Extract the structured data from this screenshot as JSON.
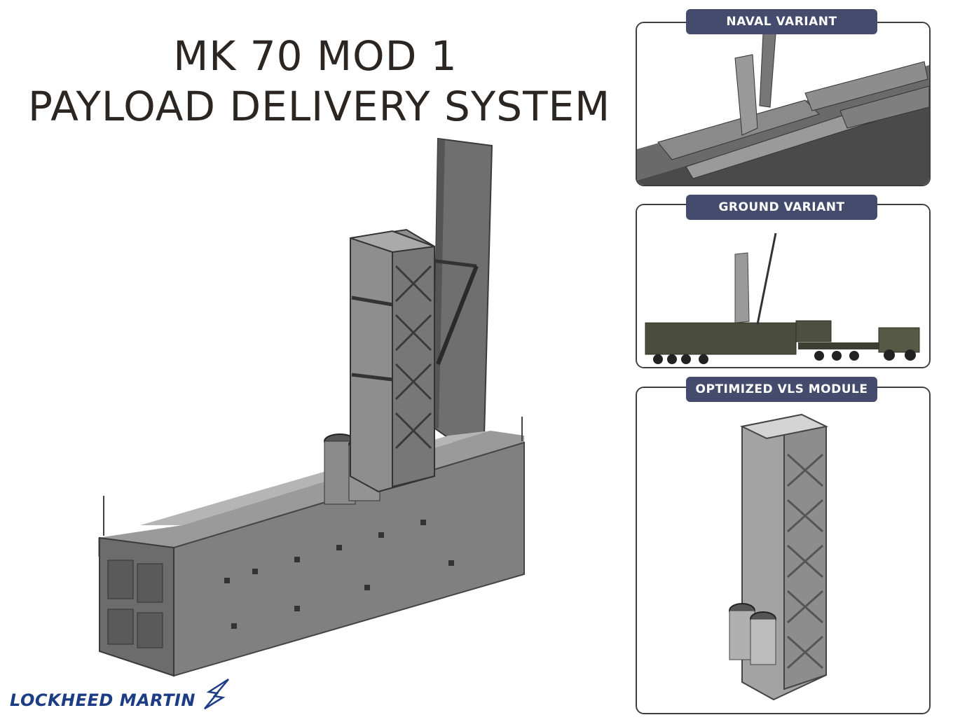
{
  "title": {
    "line1": "MK 70 MOD 1",
    "line2": "PAYLOAD DELIVERY SYSTEM"
  },
  "variants": [
    {
      "label": "NAVAL VARIANT"
    },
    {
      "label": "GROUND VARIANT"
    },
    {
      "label": "OPTIMIZED VLS MODULE"
    }
  ],
  "logo": {
    "text": "LOCKHEED MARTIN",
    "icon": "lockheed-star-icon"
  },
  "colors": {
    "label_bg": "#444b6c",
    "panel_border": "#3e3f45",
    "title_text": "#2b2622",
    "logo_blue": "#1d3c86",
    "model_gray": "#7a7a7a"
  }
}
